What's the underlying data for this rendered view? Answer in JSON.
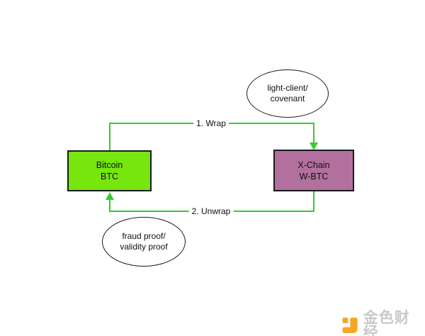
{
  "diagram": {
    "nodes": {
      "bitcoin": {
        "line1": "Bitcoin",
        "line2": "BTC",
        "fill": "#76e60e"
      },
      "xchain": {
        "line1": "X-Chain",
        "line2": "W-BTC",
        "fill": "#b2709e"
      },
      "light_client": {
        "line1": "light-client/",
        "line2": "covenant"
      },
      "fraud_proof": {
        "line1": "fraud proof/",
        "line2": "validity proof"
      }
    },
    "edges": {
      "wrap": {
        "label": "1. Wrap",
        "color": "#33cc33"
      },
      "unwrap": {
        "label": "2. Unwrap",
        "color": "#33cc33"
      }
    },
    "border_color": "#1a1a1a"
  },
  "watermark": {
    "text": "金色财经",
    "icon": "jinse-logo-icon",
    "icon_color": "#f6a623",
    "text_color": "#c9c9c9"
  }
}
